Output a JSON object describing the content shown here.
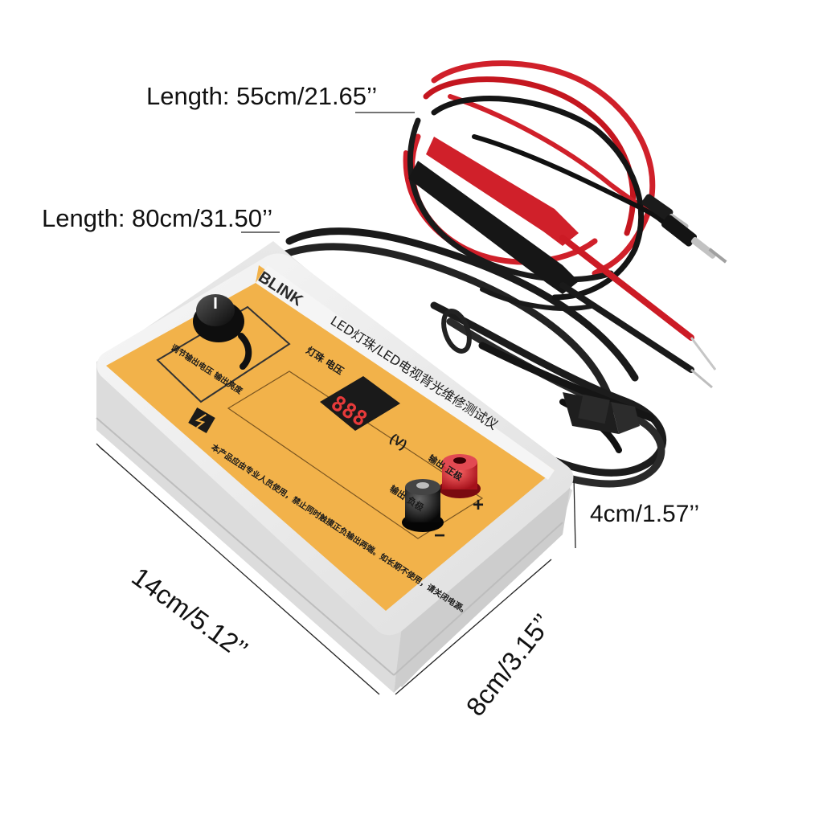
{
  "dimensions": {
    "probe_lead_length": "Length: 55cm/21.65’’",
    "power_cord_length": "Length: 80cm/31.50’’",
    "height": "4cm/1.57’’",
    "length": "14cm/5.12’’",
    "width": "8cm/3.15’’"
  },
  "device": {
    "brand": "BLINK",
    "title": "LED灯珠/LED电视背光维修测试仪",
    "display_digits": "888",
    "display_unit": "(V)",
    "knob_label": "调节输出电压 输出亮度",
    "lamp_voltage_label": "灯珠 电压",
    "positive_terminal_label": "输出 正极",
    "negative_terminal_label": "输出 负极",
    "positive_sign": "+",
    "negative_sign": "−",
    "warning_text": "本产品应由专业人员使用，禁止同时触摸正负输出两端。如长期不使用，请关闭电源。"
  },
  "colors": {
    "panel": "#f2b24a",
    "case": "#ececec",
    "probe_red": "#d0202a",
    "probe_black": "#151515",
    "digits": "#e63a3a"
  },
  "icons": [
    "knob-icon",
    "warning-icon",
    "led-display-icon",
    "terminal-post-icon"
  ]
}
